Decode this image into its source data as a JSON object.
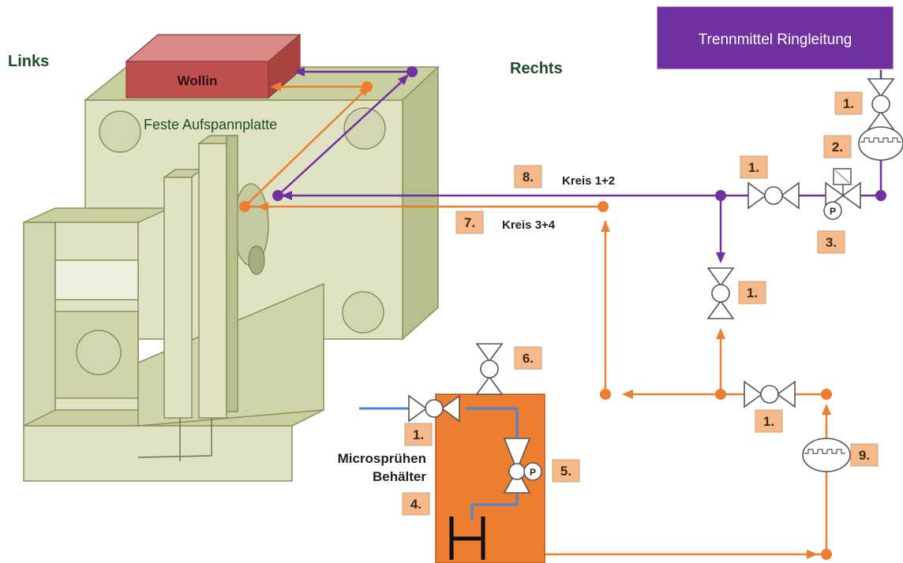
{
  "labels": {
    "links": "Links",
    "rechts": "Rechts",
    "wollin": "Wollin",
    "feste_aufspannplatte": "Feste Aufspannplatte",
    "trennmittel": "Trennmittel Ringleitung",
    "kreis_12": "Kreis 1+2",
    "kreis_34": "Kreis 3+4",
    "microspruehen": "Microsprühen",
    "behaelter": "Behälter",
    "pump_p": "P"
  },
  "badges": {
    "b1_top": "1.",
    "b2_top": "2.",
    "b1_horiz": "1.",
    "b3": "3.",
    "b8": "8.",
    "b7": "7.",
    "b1_vert": "1.",
    "b6": "6.",
    "b1_tank": "1.",
    "b5": "5.",
    "b4": "4.",
    "b1_lower": "1.",
    "b9": "9."
  },
  "colors": {
    "purple": "#7030a0",
    "orange": "#ed7d31",
    "blue": "#4a86d8",
    "badge": "#f6b98a",
    "wollin_box": "#c0504d",
    "machine": "#d7dcb4",
    "machine_dark": "#b9bf8c",
    "tank": "#ed7d31",
    "label_green": "#1f4d2b"
  }
}
